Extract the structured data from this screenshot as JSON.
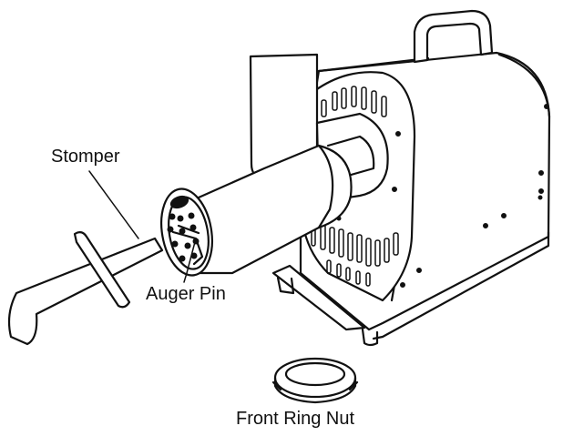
{
  "labels": {
    "stomper": "Stomper",
    "auger_pin": "Auger Pin",
    "front_ring_nut": "Front Ring Nut"
  },
  "colors": {
    "line": "#111111",
    "background": "#ffffff"
  }
}
